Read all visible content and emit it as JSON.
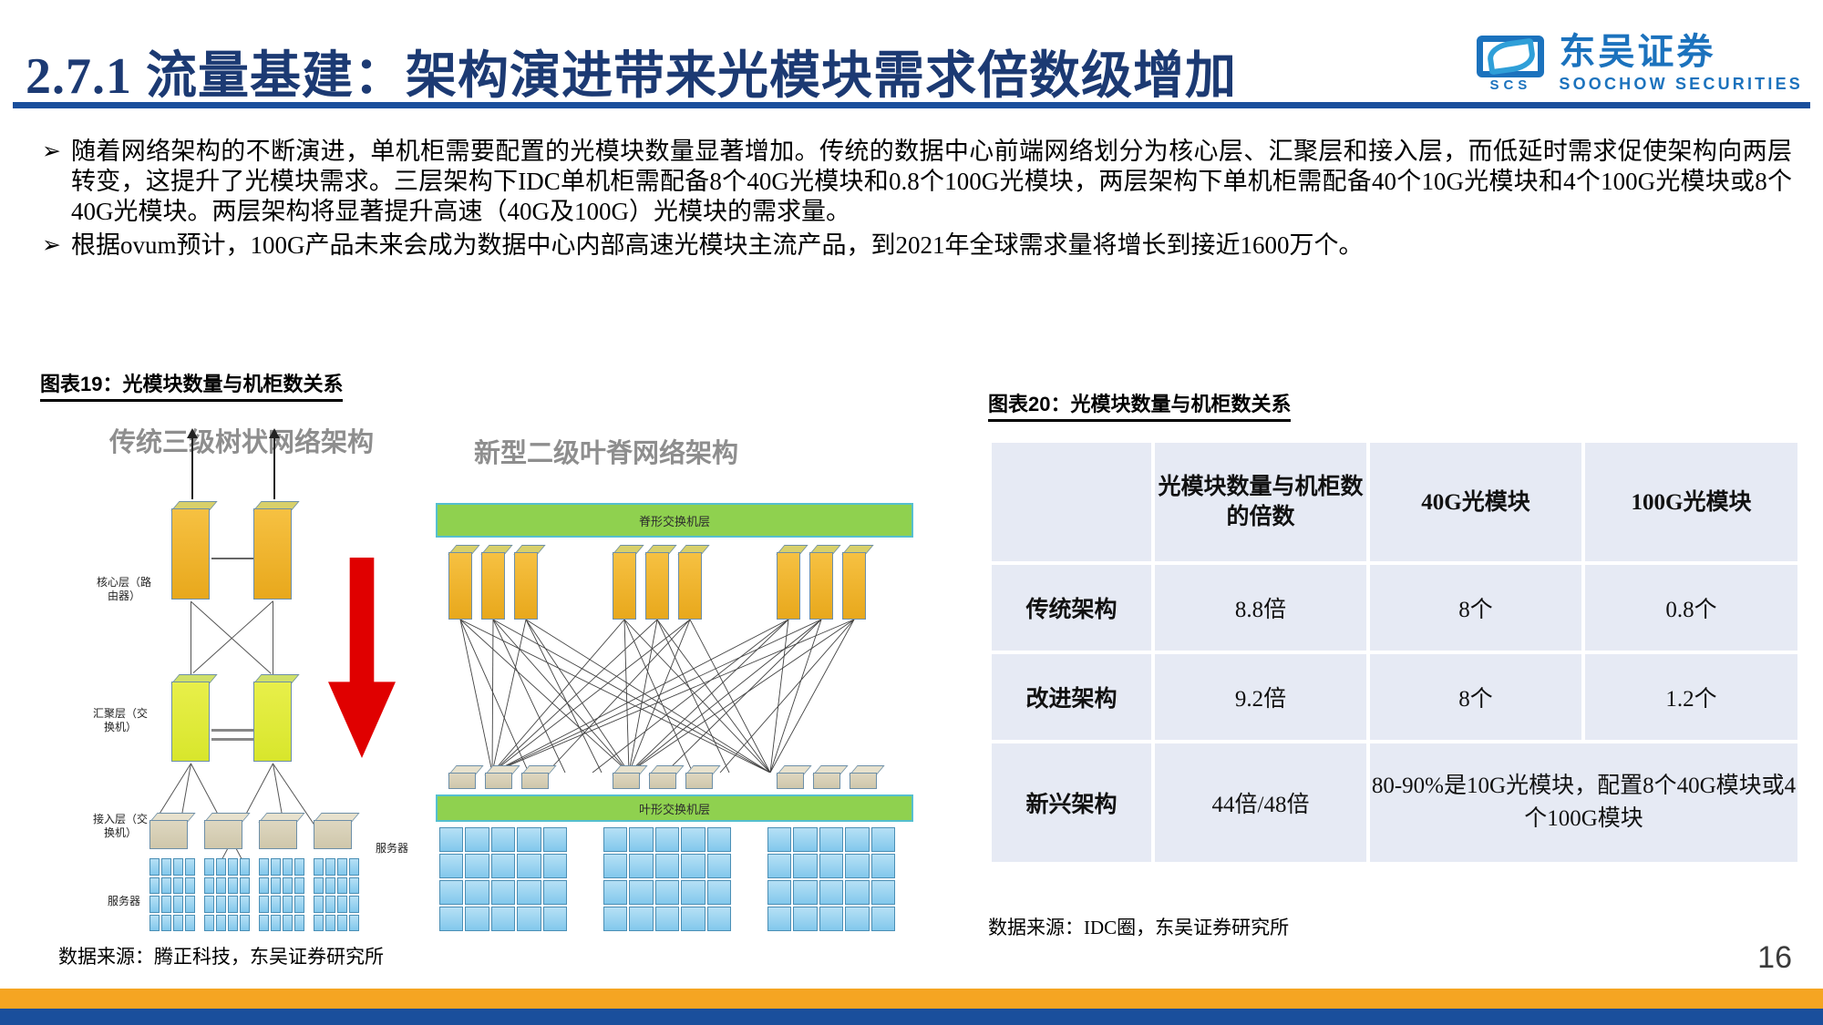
{
  "header": {
    "title": "2.7.1  流量基建：架构演进带来光模块需求倍数级增加",
    "logo_cn": "东吴证券",
    "logo_en": "SOOCHOW SECURITIES",
    "logo_mark_text": "SCS"
  },
  "bullets": [
    {
      "marker": "➢",
      "text": "随着网络架构的不断演进，单机柜需要配置的光模块数量显著增加。传统的数据中心前端网络划分为核心层、汇聚层和接入层，而低延时需求促使架构向两层转变，这提升了光模块需求。三层架构下IDC单机柜需配备8个40G光模块和0.8个100G光模块，两层架构下单机柜需配备40个10G光模块和4个100G光模块或8个40G光模块。两层架构将显著提升高速（40G及100G）光模块的需求量。"
    },
    {
      "marker": "➢",
      "text": "根据ovum预计，100G产品未来会成为数据中心内部高速光模块主流产品，到2021年全球需求量将增长到接近1600万个。"
    }
  ],
  "figure19": {
    "caption": "图表19：光模块数量与机柜数关系",
    "source": "数据来源：腾正科技，东吴证券研究所",
    "diagram": {
      "left_title": "传统三级树状网络架构",
      "right_title": "新型二级叶脊网络架构",
      "labels": {
        "core": "核心层（路由器）",
        "aggregation": "汇聚层（交换机）",
        "access": "接入层（交换机）",
        "server": "服务器",
        "server_right": "服务器",
        "spine": "脊形交换机层",
        "leaf": "叶形交换机层"
      }
    }
  },
  "figure20": {
    "caption": "图表20：光模块数量与机柜数关系",
    "source": "数据来源：IDC圈，东吴证券研究所"
  },
  "chart_data": {
    "type": "table",
    "title": "图表20：光模块数量与机柜数关系",
    "columns": [
      "",
      "光模块数量与机柜数的倍数",
      "40G光模块",
      "100G光模块"
    ],
    "rows": [
      {
        "name": "传统架构",
        "cells": [
          "8.8倍",
          "8个",
          "0.8个"
        ],
        "span": false
      },
      {
        "name": "改进架构",
        "cells": [
          "9.2倍",
          "8个",
          "1.2个"
        ],
        "span": false
      },
      {
        "name": "新兴架构",
        "cells": [
          "44倍/48倍",
          "80-90%是10G光模块，配置8个40G模块或4个100G模块"
        ],
        "span": true
      }
    ]
  },
  "footer": {
    "page_number": "16"
  },
  "colors": {
    "title_blue": "#1c3a73",
    "rule_blue": "#1a4f9c",
    "logo_blue": "#1b72bd",
    "table_cell": "#e6eaf4",
    "bar_orange": "#f5a522",
    "diagram_gray": "#8e8e8e",
    "arrow_red": "#e00000",
    "spine_green": "#8fd14f"
  }
}
